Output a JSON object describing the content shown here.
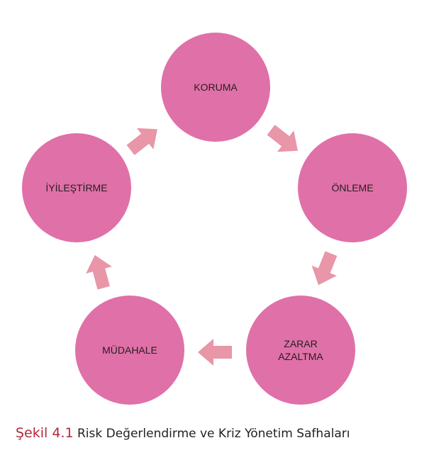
{
  "diagram": {
    "nodes": [
      {
        "id": "koruma",
        "lines": [
          "KORUMA"
        ]
      },
      {
        "id": "onleme",
        "lines": [
          "ÖNLEME"
        ]
      },
      {
        "id": "zarar-azaltma",
        "lines": [
          "ZARAR",
          "AZALTMA"
        ]
      },
      {
        "id": "mudahale",
        "lines": [
          "MÜDAHALE"
        ]
      },
      {
        "id": "iyilestirme",
        "lines": [
          "İYİLEŞTİRME"
        ]
      }
    ],
    "edges": [
      {
        "from": "koruma",
        "to": "onleme"
      },
      {
        "from": "onleme",
        "to": "zarar-azaltma"
      },
      {
        "from": "zarar-azaltma",
        "to": "mudahale"
      },
      {
        "from": "mudahale",
        "to": "iyilestirme"
      },
      {
        "from": "iyilestirme",
        "to": "koruma"
      }
    ],
    "colors": {
      "circle": "#e070a8",
      "arrow": "#e896a8",
      "caption_prefix": "#b02a3a"
    }
  },
  "caption": {
    "prefix": "Şekil 4.1",
    "text": "Risk Değerlendirme ve Kriz Yönetim Safhaları"
  }
}
